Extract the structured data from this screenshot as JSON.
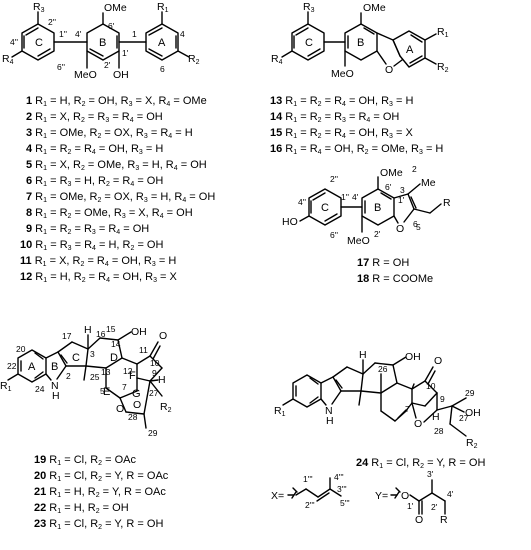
{
  "structures": {
    "A": {
      "ring_labels": [
        "A",
        "B",
        "C"
      ],
      "atoms": [
        "R3",
        "R4",
        "R1",
        "R2",
        "OMe",
        "MeO",
        "OH"
      ],
      "positions": [
        "2''",
        "4''",
        "1''",
        "4'",
        "6'",
        "1",
        "4",
        "6''",
        "2'",
        "1'",
        "6"
      ]
    },
    "B": {
      "ring_labels": [
        "C",
        "B",
        "A"
      ],
      "atoms": [
        "R3",
        "R4",
        "OMe",
        "R1",
        "R2",
        "MeO",
        "O"
      ]
    },
    "C": {
      "ring_labels": [
        "C",
        "B"
      ],
      "atoms": [
        "HO",
        "OMe",
        "Me",
        "O",
        "R",
        "MeO"
      ],
      "positions": [
        "2''",
        "4''",
        "1''",
        "4'",
        "6'",
        "1'",
        "2",
        "3",
        "6''",
        "2'",
        "6",
        "5"
      ]
    },
    "D": {
      "ring_labels": [
        "A",
        "B",
        "C",
        "D",
        "E",
        "F",
        "G"
      ],
      "atoms": [
        "R1",
        "N",
        "H",
        "H",
        "OH",
        "O",
        "O",
        "O",
        "H",
        "R2"
      ],
      "positions": [
        "20",
        "22",
        "24",
        "2",
        "17",
        "15",
        "14",
        "16",
        "3",
        "13",
        "25",
        "5",
        "7",
        "11",
        "10",
        "9",
        "27",
        "28",
        "29",
        "12"
      ]
    },
    "E": {
      "atoms": [
        "R1",
        "N",
        "H",
        "H",
        "OH",
        "O",
        "O",
        "H",
        "OH",
        "R2"
      ],
      "positions": [
        "26",
        "10",
        "9",
        "27",
        "29",
        "28"
      ]
    }
  },
  "compounds_series1": [
    {
      "num": "1",
      "desc": "R1 = H, R2 = OH, R3 = X, R4 = OMe"
    },
    {
      "num": "2",
      "desc": "R1 = X, R2 = R3 = R4 = OH"
    },
    {
      "num": "3",
      "desc": "R1 = OMe, R2 = OX, R3 = R4 = H"
    },
    {
      "num": "4",
      "desc": "R1 = R2 = R4 = OH, R3 = H"
    },
    {
      "num": "5",
      "desc": "R1 = X, R2 = OMe, R3 = H, R4 = OH"
    },
    {
      "num": "6",
      "desc": "R1 = R3 = H, R2 = R4 = OH"
    },
    {
      "num": "7",
      "desc": "R1 = OMe, R2 = OX, R3 = H, R4 = OH"
    },
    {
      "num": "8",
      "desc": "R1 = R2 = OMe, R3 = X, R4 = OH"
    },
    {
      "num": "9",
      "desc": "R1 = R2 = R3 = R4 = OH"
    },
    {
      "num": "10",
      "desc": "R1 = R3 = R4 = H, R2 = OH"
    },
    {
      "num": "11",
      "desc": "R1 = X, R2 = R4 = OH, R3 = H"
    },
    {
      "num": "12",
      "desc": "R1 = H, R2 = R4 = OH, R3 = X"
    }
  ],
  "compounds_series2": [
    {
      "num": "13",
      "desc": "R1 = R2 = R4 = OH, R3 = H"
    },
    {
      "num": "14",
      "desc": "R1 = R2 = R3 = R4 = OH"
    },
    {
      "num": "15",
      "desc": "R1 = R2 = R4 = OH, R3 = X"
    },
    {
      "num": "16",
      "desc": "R1 = R4 = OH, R2 = OMe, R3 = H"
    }
  ],
  "compounds_series3": [
    {
      "num": "17",
      "desc": "R = OH"
    },
    {
      "num": "18",
      "desc": "R = COOMe"
    }
  ],
  "compounds_series4": [
    {
      "num": "19",
      "desc": "R1 = Cl, R2 = OAc"
    },
    {
      "num": "20",
      "desc": "R1 = Cl, R2 = Y, R = OAc"
    },
    {
      "num": "21",
      "desc": "R1 = H, R2 = Y, R = OAc"
    },
    {
      "num": "22",
      "desc": "R1 = H, R2 = OH"
    },
    {
      "num": "23",
      "desc": "R1 = Cl, R2 = Y, R = OH"
    }
  ],
  "compounds_series5": [
    {
      "num": "24",
      "desc": "R1 = Cl, R2 = Y, R = OH"
    }
  ],
  "substituents": {
    "X": {
      "label": "X=",
      "positions": [
        "1'''",
        "4'''",
        "3'''",
        "2'''",
        "5'''"
      ]
    },
    "Y": {
      "label": "Y=",
      "atoms": [
        "O",
        "O",
        "R"
      ],
      "positions": [
        "3'",
        "4'",
        "1'",
        "2'"
      ]
    }
  }
}
